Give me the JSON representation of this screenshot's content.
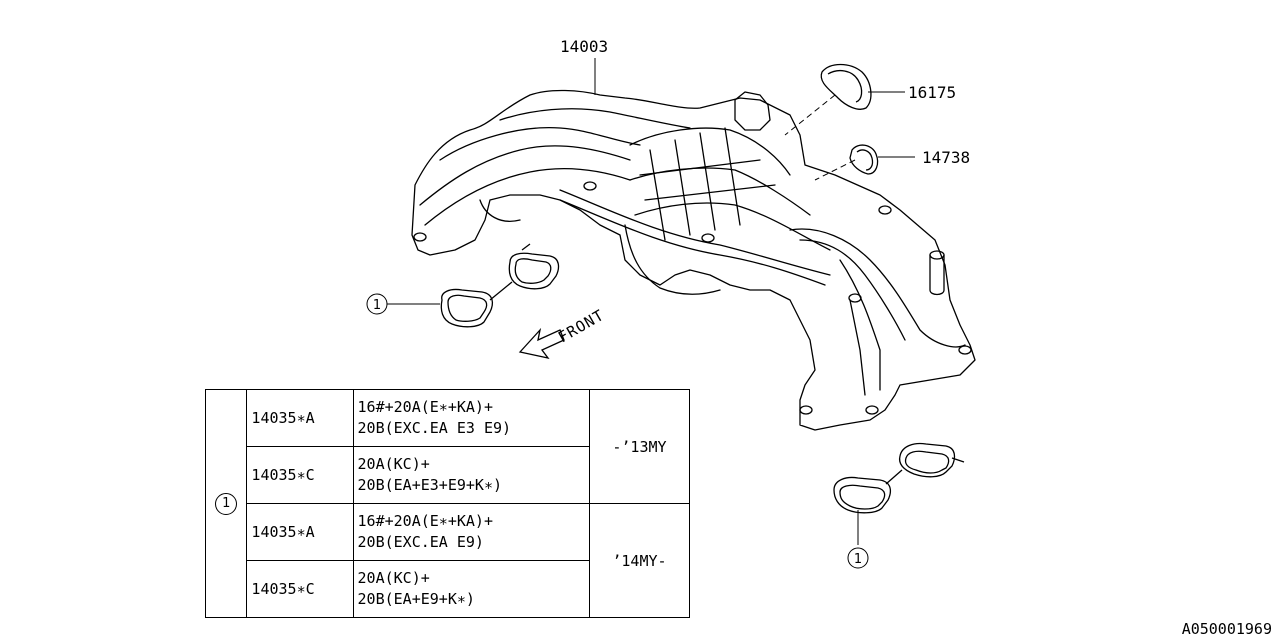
{
  "labels": {
    "main_part": "14003",
    "ring_upper": "16175",
    "ring_lower": "14738",
    "callout_ref": "1",
    "front": "FRONT"
  },
  "table": {
    "ref": "1",
    "rows": [
      {
        "part": "14035∗A",
        "app_line1": "16#+20A(E∗+KA)+",
        "app_line2": "20B(EXC.EA E3 E9)"
      },
      {
        "part": "14035∗C",
        "app_line1": "20A(KC)+",
        "app_line2": "20B(EA+E3+E9+K∗)"
      },
      {
        "part": "14035∗A",
        "app_line1": "16#+20A(E∗+KA)+",
        "app_line2": "20B(EXC.EA E9)"
      },
      {
        "part": "14035∗C",
        "app_line1": "20A(KC)+",
        "app_line2": "20B(EA+E9+K∗)"
      }
    ],
    "model_years": [
      "-’13MY",
      "’14MY-"
    ]
  },
  "diagram_code": "A050001969"
}
